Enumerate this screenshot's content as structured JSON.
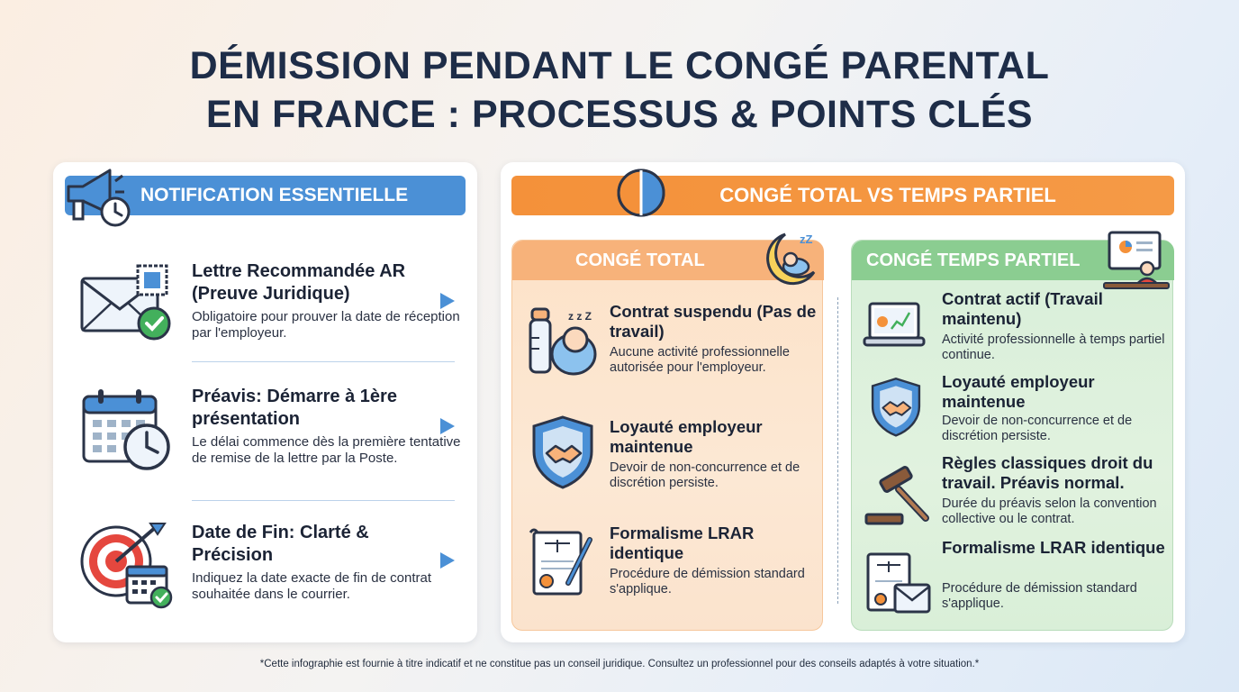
{
  "title": {
    "line1": "DÉMISSION PENDANT LE CONGÉ PARENTAL",
    "line2": "EN FRANCE : PROCESSUS & POINTS CLÉS"
  },
  "left": {
    "header": "NOTIFICATION ESSENTIELLE",
    "items": [
      {
        "title": "Lettre Recommandée AR (Preuve Juridique)",
        "desc": "Obligatoire pour prouver la date de réception par l'employeur."
      },
      {
        "title": "Préavis: Démarre à 1ère présentation",
        "desc": "Le délai commence dès la première tentative de remise de la lettre par la Poste."
      },
      {
        "title": "Date de Fin: Clarté & Précision",
        "desc": "Indiquez la date exacte de fin de contrat souhaitée dans le courrier."
      }
    ]
  },
  "right": {
    "header": "CONGÉ TOTAL VS TEMPS PARTIEL",
    "total": {
      "header": "CONGÉ TOTAL",
      "items": [
        {
          "title": "Contrat suspendu (Pas de travail)",
          "desc": "Aucune activité professionnelle autorisée pour l'employeur."
        },
        {
          "title": "Loyauté employeur maintenue",
          "desc": "Devoir de non-concurrence et de discrétion persiste."
        },
        {
          "title": "Formalisme LRAR identique",
          "desc": "Procédure de démission standard s'applique."
        }
      ]
    },
    "partial": {
      "header": "CONGÉ TEMPS PARTIEL",
      "items": [
        {
          "title": "Contrat actif (Travail maintenu)",
          "desc": "Activité professionnelle à temps partiel continue."
        },
        {
          "title": "Loyauté employeur maintenue",
          "desc": "Devoir de non-concurrence et de discrétion persiste."
        },
        {
          "title": "Règles classiques droit du travail. Préavis normal.",
          "desc": "Durée du préavis selon la convention collective ou le contrat."
        },
        {
          "title": "Formalisme LRAR identique",
          "desc": "Procédure de démission standard s'applique."
        }
      ]
    }
  },
  "footnote": "*Cette infographie est fournie à titre indicatif et ne constitue pas un conseil juridique. Consultez un professionnel pour des conseils adaptés à votre situation.*",
  "colors": {
    "blue": "#4b90d6",
    "orange": "#f4913a",
    "green": "#8bcd91",
    "navy": "#1e2d48"
  }
}
